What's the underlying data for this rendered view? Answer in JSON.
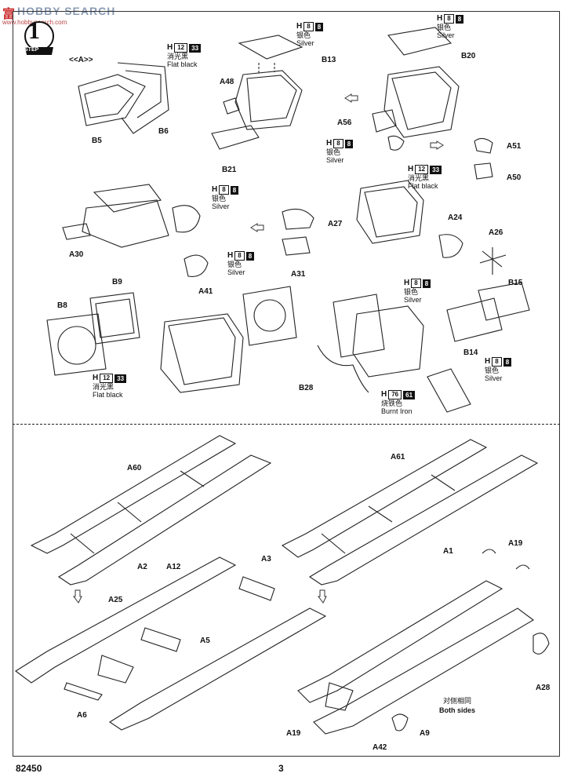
{
  "watermark": {
    "brand": "HOBBY SEARCH",
    "cn": "富",
    "site": "www.hobbysearch.com"
  },
  "step": {
    "label": "STEP",
    "number": "1"
  },
  "section_top": {
    "view_label": "<<A>>"
  },
  "parts": {
    "B5": "B5",
    "B6": "B6",
    "B13": "B13",
    "A48": "A48",
    "B21": "B21",
    "B20": "B20",
    "A56": "A56",
    "A51": "A51",
    "A50": "A50",
    "A30": "A30",
    "A27": "A27",
    "A31": "A31",
    "A41": "A41",
    "A24": "A24",
    "A26": "A26",
    "B9": "B9",
    "B8": "B8",
    "B15": "B15",
    "B14": "B14",
    "B28": "B28",
    "A60": "A60",
    "A2": "A2",
    "A61": "A61",
    "A1": "A1",
    "A12": "A12",
    "A3": "A3",
    "A25": "A25",
    "A5": "A5",
    "A6": "A6",
    "A19a": "A19",
    "A19b": "A19",
    "A28": "A28",
    "A9": "A9",
    "A42": "A42"
  },
  "paints": {
    "p1": {
      "h": "H",
      "box": "12",
      "blk": "33",
      "cn": "消光黑",
      "en": "Flat black"
    },
    "p2": {
      "h": "H",
      "box": "8",
      "blk": "8",
      "cn": "银色",
      "en": "Silver"
    },
    "p3": {
      "h": "H",
      "box": "8",
      "blk": "8",
      "cn": "银色",
      "en": "Silver"
    },
    "p4": {
      "h": "H",
      "box": "8",
      "blk": "8",
      "cn": "银色",
      "en": "Silver"
    },
    "p5": {
      "h": "H",
      "box": "12",
      "blk": "33",
      "cn": "消光黑",
      "en": "Flat black"
    },
    "p6": {
      "h": "H",
      "box": "8",
      "blk": "8",
      "cn": "银色",
      "en": "Silver"
    },
    "p7": {
      "h": "H",
      "box": "8",
      "blk": "8",
      "cn": "银色",
      "en": "Silver"
    },
    "p8": {
      "h": "H",
      "box": "8",
      "blk": "8",
      "cn": "银色",
      "en": "Silver"
    },
    "p9": {
      "h": "H",
      "box": "12",
      "blk": "33",
      "cn": "消光黑",
      "en": "Flat black"
    },
    "p10": {
      "h": "H",
      "box": "8",
      "blk": "8",
      "cn": "银色",
      "en": "Silver"
    },
    "p11": {
      "h": "H",
      "box": "76",
      "blk": "61",
      "cn": "烧铁色",
      "en": "Burnt Iron"
    }
  },
  "notes": {
    "both_sides_cn": "对侧相同",
    "both_sides_en": "Both sides"
  },
  "footer": {
    "model_no": "82450",
    "page": "3"
  }
}
